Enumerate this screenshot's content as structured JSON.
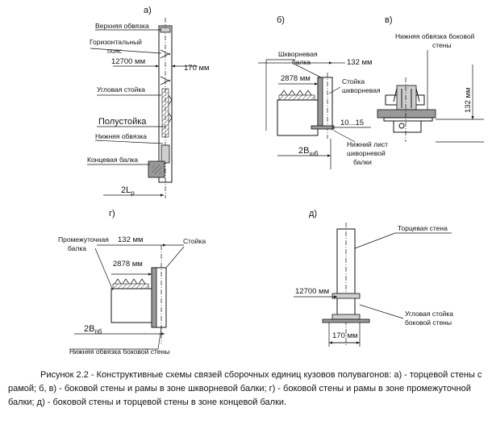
{
  "panels": {
    "a": "а)",
    "b": "б)",
    "v": "в)",
    "g": "г)",
    "d": "д)"
  },
  "a": {
    "top_chord": "Верхняя обвязка",
    "belt_line1": "Горизонтальный",
    "belt_line2": "пояс",
    "dim_12700": "12700 мм",
    "dim_170": "170 мм",
    "corner_post": "Угловая стойка",
    "half_post": "Полустойка",
    "bottom_chord": "Нижняя обвязка",
    "end_beam": "Концевая балка",
    "dim_2l": "2L",
    "dim_2l_sub": "р"
  },
  "b": {
    "bolster_line1": "Шкворневая",
    "bolster_line2": "балка",
    "dim_132": "132 мм",
    "dim_2878": "2878 мм",
    "post_line1": "Стойка",
    "post_line2": "шкворневая",
    "dim_10_15": "10...15",
    "sheet_line1": "Нижний лист",
    "sheet_line2": "шкворневой",
    "sheet_line3": "балки",
    "dim_2b": "2B",
    "dim_2b_sub": "шб"
  },
  "v": {
    "chord_line1": "Нижняя обвязка боковой",
    "chord_line2": "стены",
    "dim_132": "132 мм"
  },
  "g": {
    "beam_line1": "Промежуточная",
    "beam_line2": "балка",
    "dim_132": "132 мм",
    "post": "Стойка",
    "dim_2878": "2878 мм",
    "dim_2b": "2B",
    "dim_2b_sub": "пб",
    "chord": "Нижняя обвязка боковой стены"
  },
  "d": {
    "end_wall": "Торцевая стена",
    "dim_12700": "12700 мм",
    "post_line1": "Угловая стойка",
    "post_line2": "боковой стены",
    "dim_170": "170 мм"
  },
  "caption": "Рисунок 2.2 - Конструктивные схемы связей сборочных единиц кузовов полувагонов: а) - торцевой стены с рамой; б, в) - боковой стены и рамы в зоне шкворневой балки; г) - боковой стены и рамы в зоне промежуточной балки; д) - боковой стены и торцевой стены в зоне концевой балки."
}
